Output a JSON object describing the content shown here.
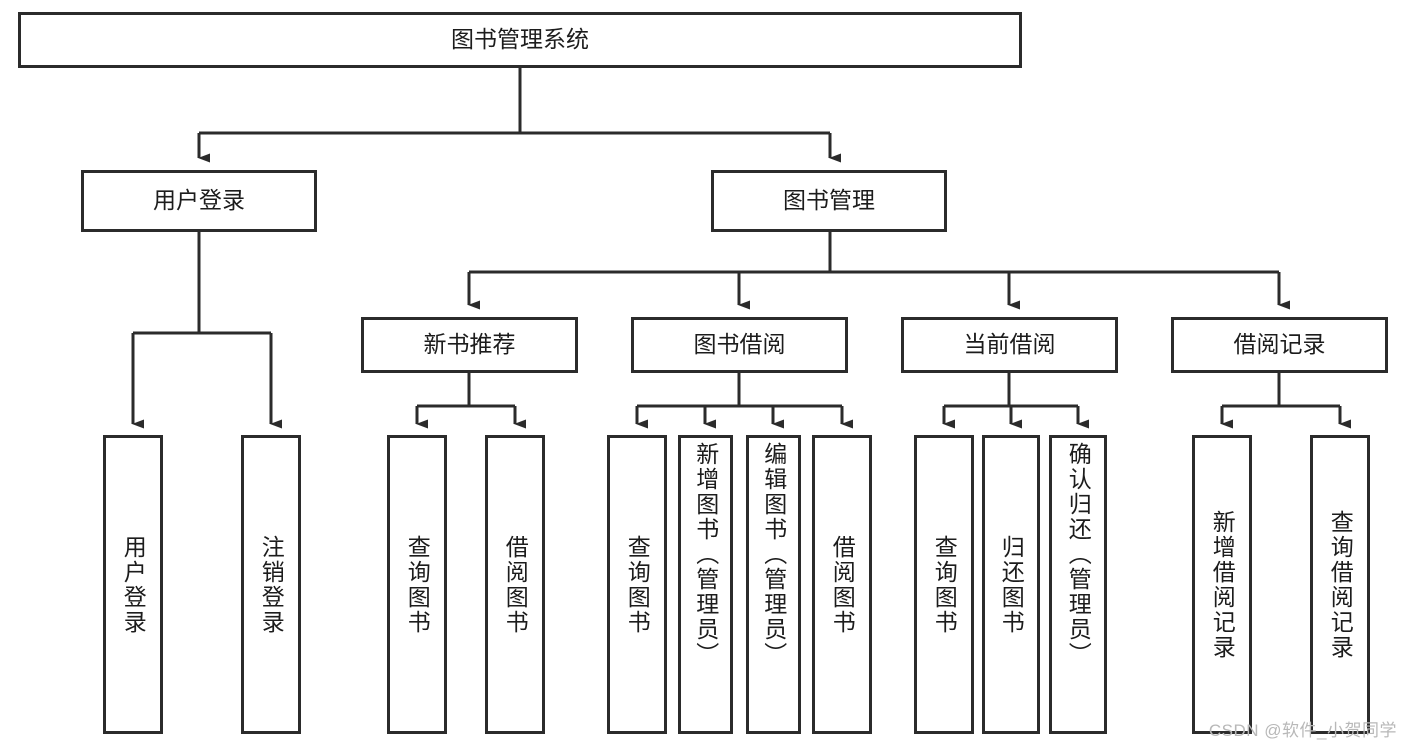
{
  "diagram": {
    "title": "图书管理系统",
    "type": "hierarchy-tree",
    "root": {
      "label": "图书管理系统"
    },
    "level2": [
      {
        "label": "用户登录"
      },
      {
        "label": "图书管理"
      }
    ],
    "level3": [
      {
        "label": "新书推荐"
      },
      {
        "label": "图书借阅"
      },
      {
        "label": "当前借阅"
      },
      {
        "label": "借阅记录"
      }
    ],
    "leaves": {
      "user_login": [
        {
          "label": "用户登录"
        },
        {
          "label": "注销登录"
        }
      ],
      "new_book_recommend": [
        {
          "label": "查询图书"
        },
        {
          "label": "借阅图书"
        }
      ],
      "book_borrow": [
        {
          "label": "查询图书"
        },
        {
          "label": "新增图书（管理员）"
        },
        {
          "label": "编辑图书（管理员）"
        },
        {
          "label": "借阅图书"
        }
      ],
      "current_borrow": [
        {
          "label": "查询图书"
        },
        {
          "label": "归还图书"
        },
        {
          "label": "确认归还（管理员）"
        }
      ],
      "borrow_records": [
        {
          "label": "新增借阅记录"
        },
        {
          "label": "查询借阅记录"
        }
      ]
    }
  },
  "watermark": {
    "text": "CSDN @软件_小贺同学"
  },
  "colors": {
    "stroke": "#2b2b2b",
    "fill": "#ffffff",
    "text": "#1c1c1c",
    "watermark": "#b8b8b8"
  }
}
